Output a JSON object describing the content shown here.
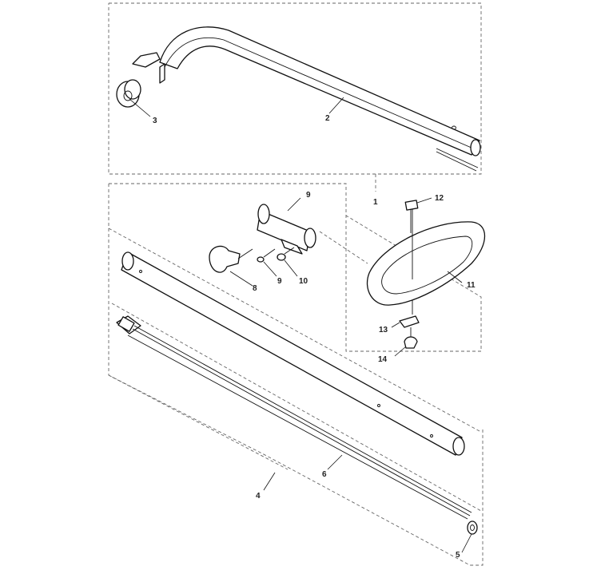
{
  "diagram": {
    "callouts": [
      {
        "id": "c3",
        "label": "3"
      },
      {
        "id": "c2",
        "label": "2"
      },
      {
        "id": "c1",
        "label": "1"
      },
      {
        "id": "c12",
        "label": "12"
      },
      {
        "id": "c9a",
        "label": "9"
      },
      {
        "id": "c8",
        "label": "8"
      },
      {
        "id": "c9b",
        "label": "9"
      },
      {
        "id": "c10",
        "label": "10"
      },
      {
        "id": "c11",
        "label": "11"
      },
      {
        "id": "c13",
        "label": "13"
      },
      {
        "id": "c14",
        "label": "14"
      },
      {
        "id": "c6",
        "label": "6"
      },
      {
        "id": "c4",
        "label": "4"
      },
      {
        "id": "c5",
        "label": "5"
      }
    ]
  }
}
